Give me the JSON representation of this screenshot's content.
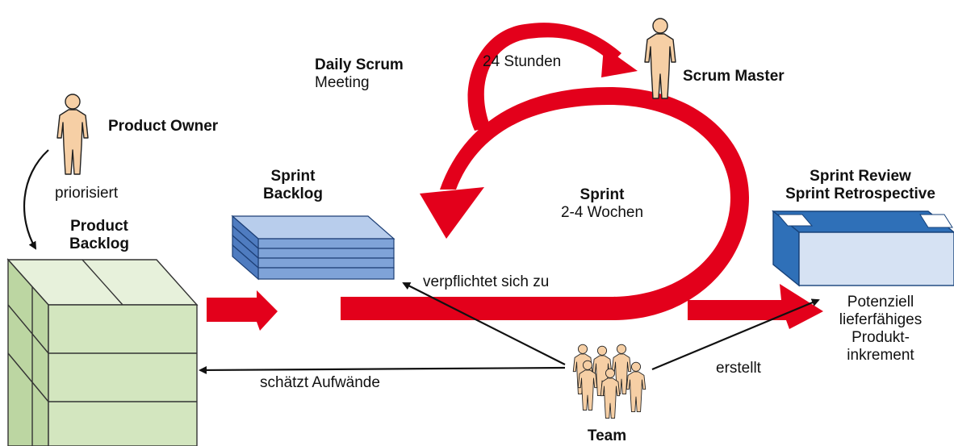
{
  "roles": {
    "product_owner": "Product Owner",
    "scrum_master": "Scrum Master",
    "team": "Team"
  },
  "artifacts": {
    "product_backlog": [
      "Product",
      "Backlog"
    ],
    "sprint_backlog": [
      "Sprint",
      "Backlog"
    ],
    "sprint_review": [
      "Sprint Review",
      "Sprint Retrospective"
    ],
    "increment": [
      "Potenziell",
      "lieferfähiges",
      "Produkt-",
      "inkrement"
    ]
  },
  "events": {
    "daily_scrum": [
      "Daily Scrum",
      "Meeting"
    ],
    "daily_cycle": "24 Stunden",
    "sprint": [
      "Sprint",
      "2-4 Wochen"
    ]
  },
  "relations": {
    "prioritizes": "priorisiert",
    "estimates": "schätzt Aufwände",
    "commits": "verpflichtet sich zu",
    "creates": "erstellt"
  },
  "colors": {
    "arrow_red": "#e3001b",
    "person_fill": "#f6cfa5",
    "backlog_green": "#d3e6bf",
    "sprint_blue": "#7fa3d8",
    "review_blue": "#2f70b8"
  }
}
